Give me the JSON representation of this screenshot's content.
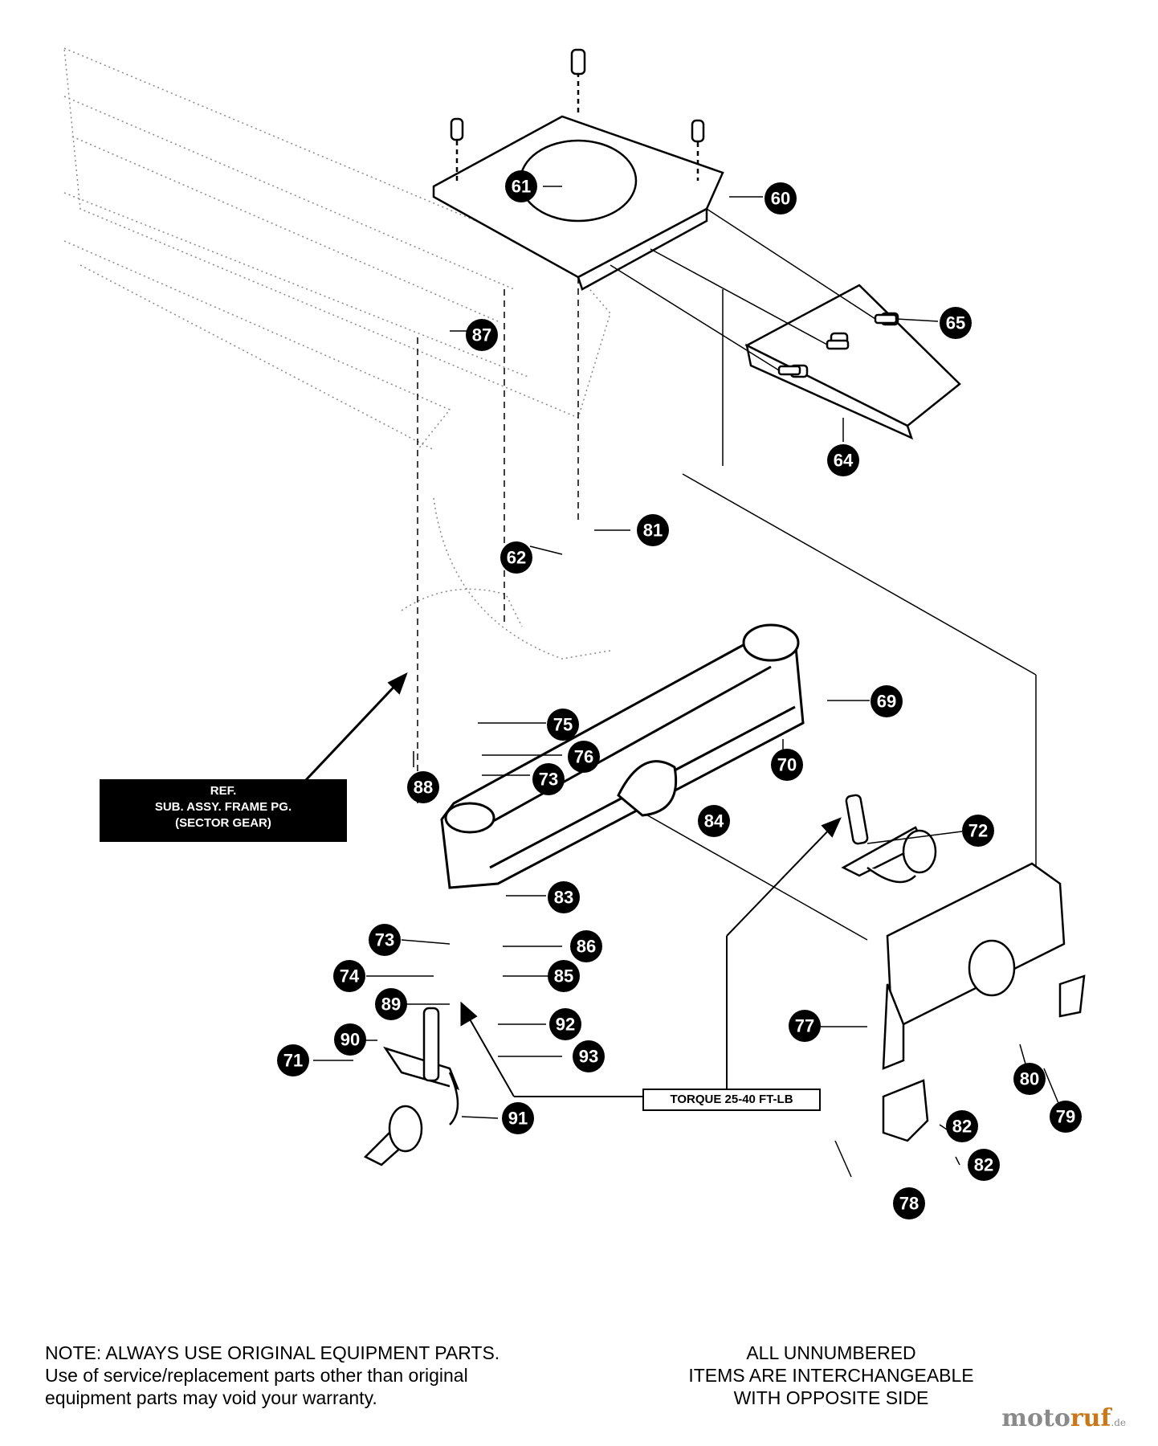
{
  "callouts": [
    {
      "id": "60",
      "label": "60"
    },
    {
      "id": "61",
      "label": "61"
    },
    {
      "id": "62",
      "label": "62"
    },
    {
      "id": "64",
      "label": "64"
    },
    {
      "id": "65",
      "label": "65"
    },
    {
      "id": "69",
      "label": "69"
    },
    {
      "id": "70",
      "label": "70"
    },
    {
      "id": "71",
      "label": "71"
    },
    {
      "id": "72",
      "label": "72"
    },
    {
      "id": "73a",
      "label": "73"
    },
    {
      "id": "73b",
      "label": "73"
    },
    {
      "id": "74",
      "label": "74"
    },
    {
      "id": "75",
      "label": "75"
    },
    {
      "id": "76",
      "label": "76"
    },
    {
      "id": "77",
      "label": "77"
    },
    {
      "id": "78",
      "label": "78"
    },
    {
      "id": "79",
      "label": "79"
    },
    {
      "id": "80",
      "label": "80"
    },
    {
      "id": "81",
      "label": "81"
    },
    {
      "id": "82a",
      "label": "82"
    },
    {
      "id": "82b",
      "label": "82"
    },
    {
      "id": "83",
      "label": "83"
    },
    {
      "id": "84",
      "label": "84"
    },
    {
      "id": "85",
      "label": "85"
    },
    {
      "id": "86",
      "label": "86"
    },
    {
      "id": "87",
      "label": "87"
    },
    {
      "id": "88",
      "label": "88"
    },
    {
      "id": "89",
      "label": "89"
    },
    {
      "id": "90",
      "label": "90"
    },
    {
      "id": "91",
      "label": "91"
    },
    {
      "id": "92",
      "label": "92"
    },
    {
      "id": "93",
      "label": "93"
    }
  ],
  "ref_box": {
    "line1": "REF.",
    "line2": "SUB. ASSY. FRAME PG.",
    "line3": "(SECTOR GEAR)"
  },
  "torque_label": "TORQUE 25-40 FT-LB",
  "note": {
    "line1": "NOTE: ALWAYS USE ORIGINAL EQUIPMENT PARTS.",
    "line2": "Use of service/replacement parts other than original",
    "line3": "equipment parts may void your warranty."
  },
  "side_note": {
    "line1": "ALL UNNUMBERED",
    "line2": "ITEMS ARE INTERCHANGEABLE",
    "line3": "WITH OPPOSITE SIDE"
  },
  "watermark": {
    "part1": "moto",
    "part2": "ruf",
    "part3": ".de"
  },
  "colors": {
    "ink": "#000000",
    "paper": "#ffffff",
    "watermark_gray": "#8a8a8a",
    "watermark_orange": "#c9771a"
  }
}
